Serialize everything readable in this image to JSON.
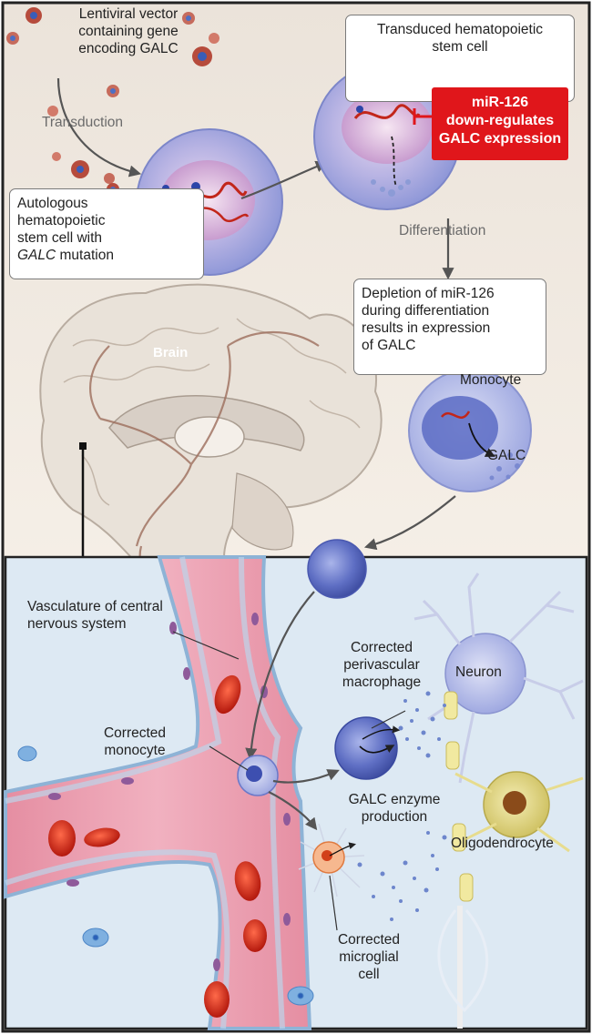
{
  "labels": {
    "lentiviral": [
      "Lentiviral vector",
      "containing gene",
      "encoding GALC"
    ],
    "transduction": "Transduction",
    "autologous_lines": [
      "Autologous",
      "hematopoietic",
      "stem cell with"
    ],
    "autologous_gene": "GALC",
    "autologous_suffix": " mutation",
    "transduced": [
      "Transduced hematopoietic",
      "stem cell"
    ],
    "mir126_box": [
      "miR-126",
      "down-regulates",
      "GALC expression"
    ],
    "differentiation": "Differentiation",
    "depletion": [
      "Depletion of miR-126",
      "during differentiation",
      "results in expression",
      "of GALC"
    ],
    "monocyte": "Monocyte",
    "galc": "GALC",
    "brain": "Brain",
    "vasculature": [
      "Vasculature of central",
      "nervous system"
    ],
    "perivascular": [
      "Corrected",
      "perivascular",
      "macrophage"
    ],
    "neuron": "Neuron",
    "corrected_monocyte": [
      "Corrected",
      "monocyte"
    ],
    "enzyme": [
      "GALC enzyme",
      "production"
    ],
    "oligodendrocyte": "Oligodendrocyte",
    "microglial": [
      "Corrected",
      "microglial",
      "cell"
    ]
  },
  "colors": {
    "bg_top": "#f3ece4",
    "panel": "#dfeaf3",
    "vessel": "#d9708a",
    "red_box": "#e0161b",
    "cell_blue": "#6d7fd0"
  }
}
